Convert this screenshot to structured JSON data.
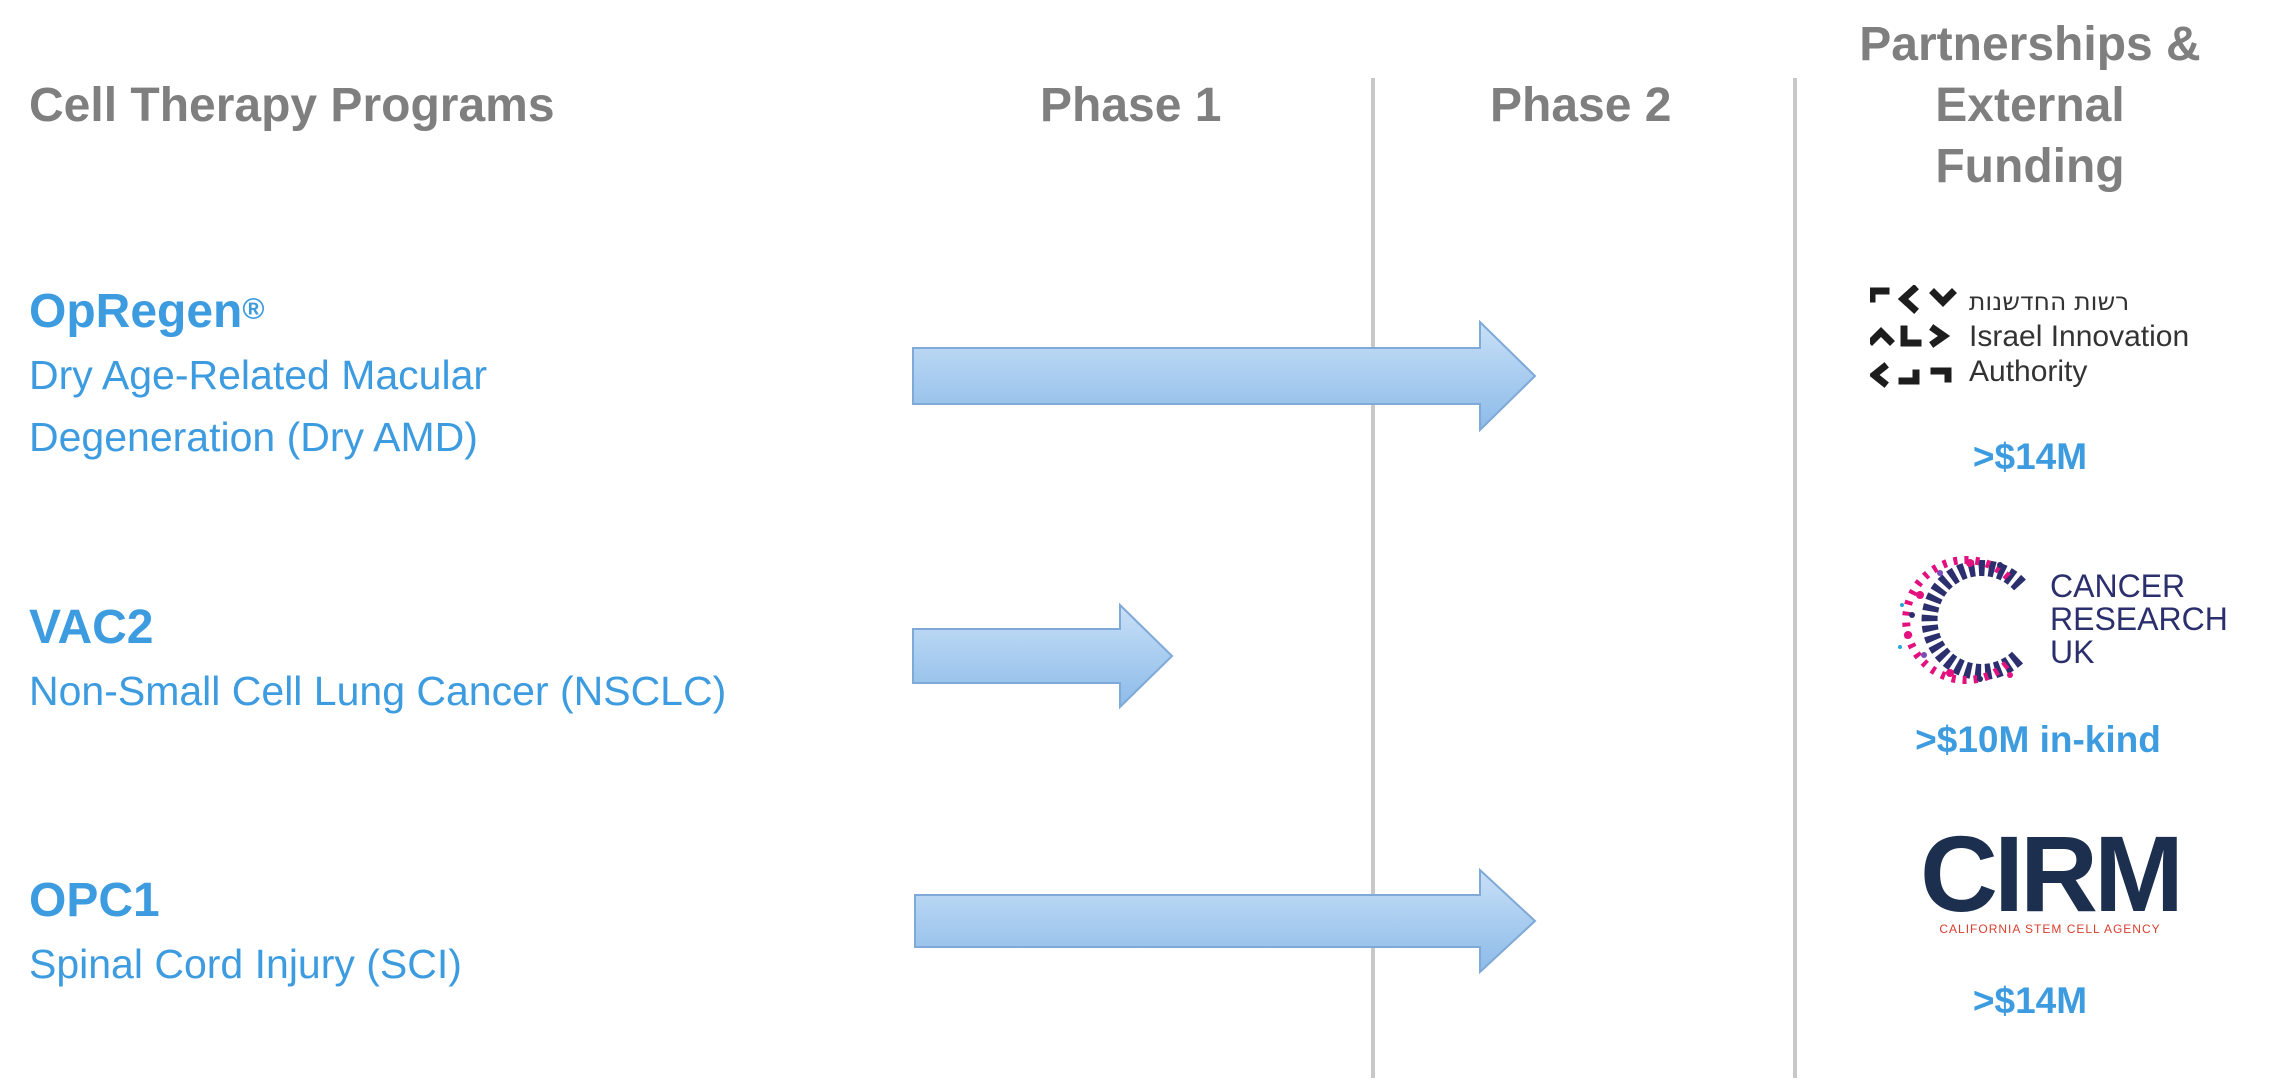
{
  "headers": {
    "programs": "Cell Therapy Programs",
    "phase1": "Phase 1",
    "phase2": "Phase 2",
    "partnerships": "Partnerships & External Funding"
  },
  "programs": [
    {
      "name": "OpRegen",
      "mark": "®",
      "indication": "Dry Age-Related Macular Degeneration (Dry AMD)",
      "stage": "Phase 2"
    },
    {
      "name": "VAC2",
      "mark": "",
      "indication": "Non-Small Cell Lung Cancer (NSCLC)",
      "stage": "Phase 1"
    },
    {
      "name": "OPC1",
      "mark": "",
      "indication": "Spinal Cord Injury (SCI)",
      "stage": "Phase 2"
    }
  ],
  "partners": [
    {
      "logo_text": [
        "רשות החדשנות",
        "Israel Innovation",
        "Authority"
      ],
      "funding": ">$14M"
    },
    {
      "logo_text": [
        "CANCER",
        "RESEARCH",
        "UK"
      ],
      "funding": ">$10M in-kind"
    },
    {
      "logo_text": [
        "CIRM",
        "CALIFORNIA STEM CELL AGENCY"
      ],
      "funding": ">$14M"
    }
  ],
  "colors": {
    "header": "#7f7f7f",
    "program_text": "#3d9be0",
    "arrow_fill": "#a9cdf0",
    "arrow_stroke": "#7fa9d6",
    "divider": "#c8c8c8",
    "cirm_navy": "#1d2f4f",
    "cirm_red": "#d7402f",
    "cruk_pink": "#e3107f",
    "cruk_navy": "#2b2f6e"
  }
}
